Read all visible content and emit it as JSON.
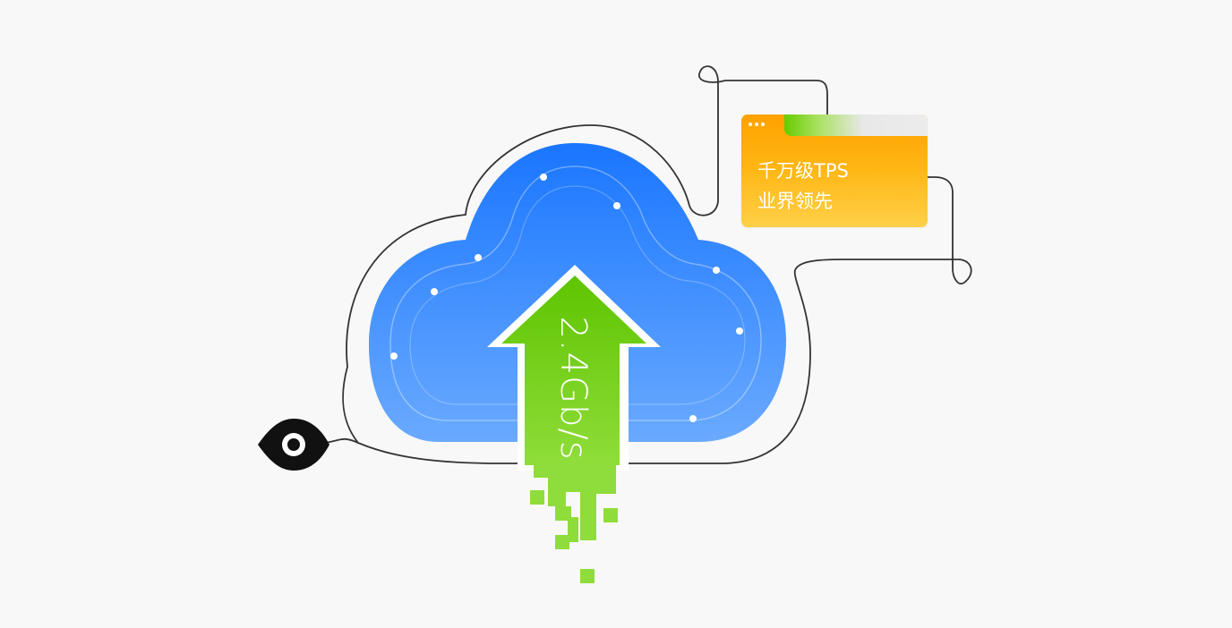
{
  "card": {
    "line1": "千万级TPS",
    "line2": "业界领先"
  },
  "arrow": {
    "label": "2.4Gb/s"
  },
  "colors": {
    "background": "#f8f8f8",
    "cloud_top": "#1a76ff",
    "cloud_bottom": "#6aaaff",
    "arrow_green": "#66cc00",
    "pixel_green": "#8fdd3a",
    "card_orange": "#ffa100",
    "card_yellow": "#ffd048",
    "connector_line": "#333333",
    "eye_icon": "#111111"
  },
  "icons": [
    "eye-icon"
  ]
}
